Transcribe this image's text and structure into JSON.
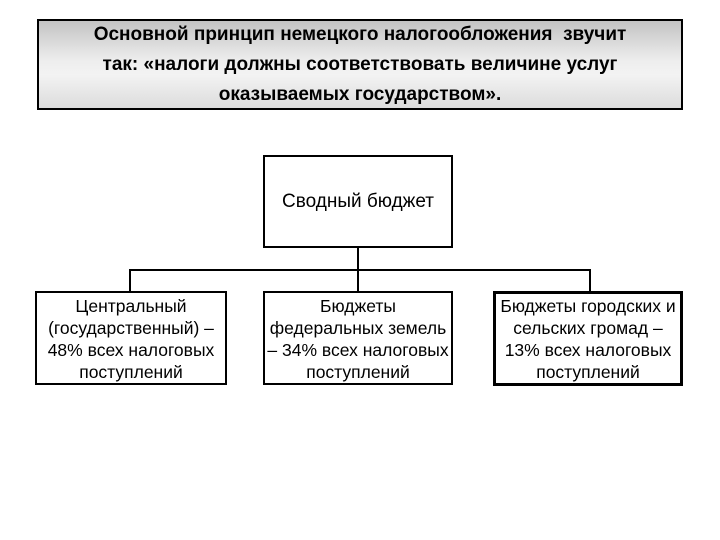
{
  "slide": {
    "kind": "hierarchy-diagram",
    "background_color": "#ffffff"
  },
  "header": {
    "lines": [
      "Основной принцип немецкого налогообложения  звучит",
      "так: «налоги должны соответствовать величине услуг",
      "оказываемых государством»."
    ],
    "full_text": "Основной принцип немецкого налогообложения  звучит так: «налоги должны соответствовать величине услуг оказываемых государством».",
    "gradient_top": "#c3c3c3",
    "gradient_middle": "#f3f3f3",
    "gradient_bottom": "#dcdcdc",
    "border_color": "#000000"
  },
  "diagram": {
    "root": {
      "label": "Сводный бюджет"
    },
    "children": [
      {
        "id": "central-budget",
        "share_percent": 48,
        "lines": [
          "Центральный",
          "(государственный) –",
          "48% всех налоговых",
          "поступлений"
        ]
      },
      {
        "id": "federal-lands-budget",
        "share_percent": 34,
        "lines": [
          "Бюджеты",
          "федеральных земель",
          "– 34% всех налоговых",
          "поступлений"
        ]
      },
      {
        "id": "city-village-budget",
        "share_percent": 13,
        "lines": [
          "Бюджеты городских и",
          "сельских громад –",
          "13% всех налоговых",
          "поступлений"
        ]
      }
    ],
    "line_color": "#000000",
    "text_color": "#000000"
  }
}
